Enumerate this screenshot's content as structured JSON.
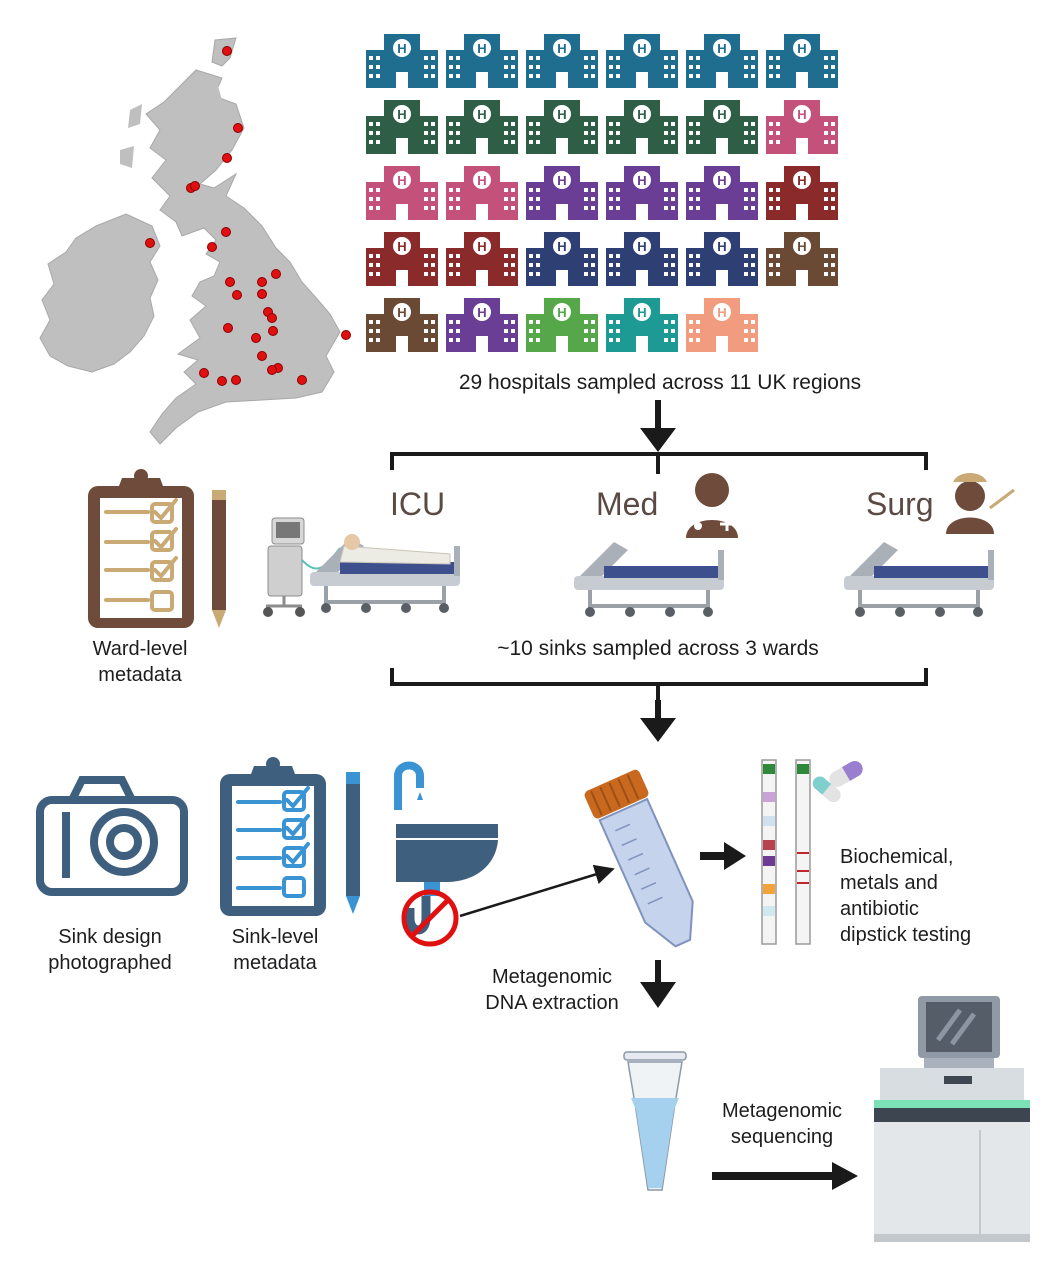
{
  "colors": {
    "blue": "#1f6e8f",
    "green": "#2f5e47",
    "pink": "#c3517a",
    "purple": "#6a3e94",
    "maroon": "#8a2a2a",
    "navy": "#2e3f74",
    "brown": "#6a4a35",
    "lime": "#56a64a",
    "teal": "#1d9a94",
    "salmon": "#f19c7e",
    "map": "#bfbfbf",
    "dot": "#e01010",
    "arrow": "#1a1a1a"
  },
  "hospital_grid_colors": [
    [
      "blue",
      "blue",
      "blue",
      "blue",
      "blue",
      "blue"
    ],
    [
      "green",
      "green",
      "green",
      "green",
      "green",
      "pink"
    ],
    [
      "pink",
      "pink",
      "purple",
      "purple",
      "purple",
      "maroon"
    ],
    [
      "maroon",
      "maroon",
      "navy",
      "navy",
      "navy",
      "brown"
    ],
    [
      "brown",
      "purple",
      "lime",
      "teal",
      "salmon"
    ]
  ],
  "hospital_letter": "H",
  "hospitals_caption": "29 hospitals sampled across 11 UK regions",
  "wards": {
    "icu": "ICU",
    "med": "Med",
    "surg": "Surg"
  },
  "ward_metadata_label": [
    "Ward-level",
    "metadata"
  ],
  "sinks_caption": "~10 sinks sampled across 3 wards",
  "sink_photo_label": [
    "Sink design",
    "photographed"
  ],
  "sink_metadata_label": [
    "Sink-level",
    "metadata"
  ],
  "dipstick_label": [
    "Biochemical,",
    "metals and",
    "antibiotic",
    "dipstick testing"
  ],
  "dna_label": [
    "Metagenomic",
    "DNA extraction"
  ],
  "sequencing_label": [
    "Metagenomic",
    "sequencing"
  ]
}
